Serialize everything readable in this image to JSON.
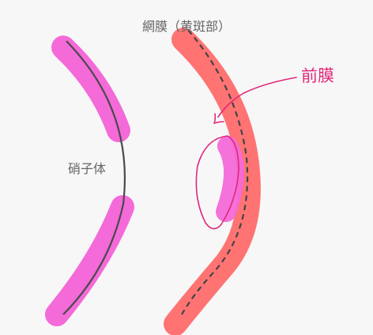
{
  "labels": {
    "retina": "網膜（黄斑部）",
    "vitreous": "硝子体",
    "membrane": "前膜"
  },
  "colors": {
    "background": "#f7f7f8",
    "magenta_highlight": "#f46ad8",
    "salmon_highlight": "#ff6e6e",
    "hand_ink": "#e0287a",
    "line_dark": "#4a4a4a"
  },
  "icons": [
    "pink-highlighter-stroke",
    "red-highlighter-stroke",
    "dashed-retina-line",
    "handwritten-arrow"
  ]
}
